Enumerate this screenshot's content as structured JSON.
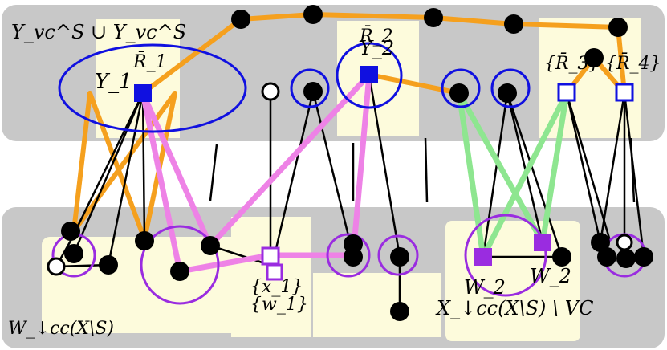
{
  "colors": {
    "region_gray": "#c8c8c8",
    "region_cream": "#fdfbdc",
    "orange": "#f5a01e",
    "pink": "#ee82e6",
    "green": "#8ee690",
    "blue": "#1010e0",
    "purple": "#9a2ce0",
    "black": "#000000"
  },
  "labels": {
    "top_region": "Y_vc^S ∪ Y_vc^S",
    "bottom_region": "W_↓cc(X\\S)",
    "y1": "Y_1",
    "y1_bar": "R̄_1",
    "y2": "Y_2",
    "y2_bar": "R̄_2",
    "r3": "{R̄_3}",
    "r4": "{R̄_4}",
    "x1": "{x_1}",
    "w1": "{w_1}",
    "w2": "W_2",
    "w2b": "W_2",
    "x_down": "X_↓cc(X\\S) \\ VC"
  }
}
